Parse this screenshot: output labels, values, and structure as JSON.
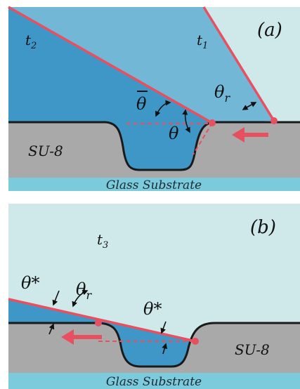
{
  "colors": {
    "air": "#cfe9eb",
    "liquid_dark": "#3f97c8",
    "liquid_light": "#72b7d6",
    "su8": "#a9a9a9",
    "glass": "#7ccbdc",
    "red": "#e8505f",
    "outline": "#1a1a1a"
  },
  "panel_a": {
    "tag": "(a)",
    "t2": "t",
    "t2_sub": "2",
    "t1": "t",
    "t1_sub": "1",
    "theta_bar": "θ",
    "theta": "θ",
    "theta_r": "θ",
    "theta_r_sub": "r",
    "su8": "SU-8",
    "glass": "Glass Substrate"
  },
  "panel_b": {
    "tag": "(b)",
    "t3": "t",
    "t3_sub": "3",
    "theta_star_left": "θ*",
    "theta_r": "θ",
    "theta_r_sub": "r",
    "theta_star_right": "θ*",
    "su8": "SU-8",
    "glass": "Glass Substrate"
  },
  "icons": [
    "flow-arrow-left-icon",
    "angle-arc-icon",
    "angle-tick-arrow-icon"
  ]
}
